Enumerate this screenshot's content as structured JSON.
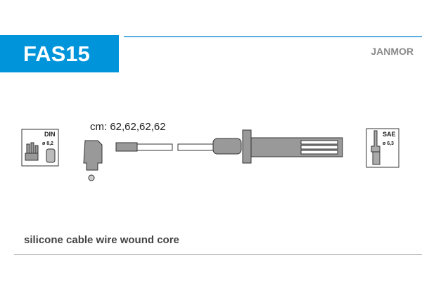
{
  "header": {
    "code": "FAS15",
    "brand": "JANMOR"
  },
  "diagram": {
    "lengths": "cm: 62,62,62,62",
    "left_icon": {
      "standard": "DIN",
      "diameter": "ø 8,2"
    },
    "right_icon": {
      "standard": "SAE",
      "diameter": "ø 6,3"
    }
  },
  "description": "silicone cable wire wound core"
}
